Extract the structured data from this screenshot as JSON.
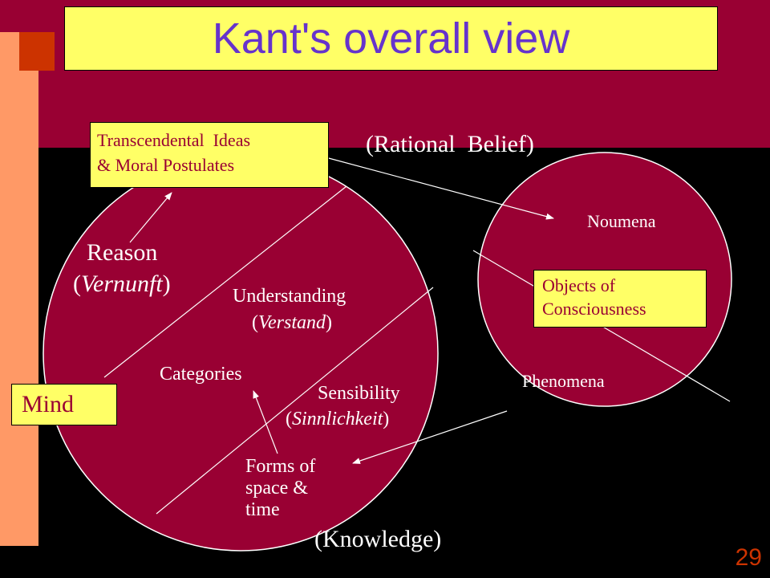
{
  "slide": {
    "title": "Kant's overall view",
    "number": "29"
  },
  "labels": {
    "ideas_line1": "Transcendental  Ideas",
    "ideas_line2": "& Moral Postulates",
    "rational_belief": "(Rational  Belief)",
    "reason": "Reason",
    "vernunft": "Vernunft",
    "understanding": "Understanding",
    "verstand": "Verstand",
    "categories": "Categories",
    "sensibility": "Sensibility",
    "sinnlichkeit": "Sinnlichkeit",
    "forms_line1": "Forms of",
    "forms_line2": "space &",
    "forms_line3": "time",
    "mind": "Mind",
    "knowledge": "(Knowledge)",
    "noumena": "Noumena",
    "objects_line1": "Objects of",
    "objects_line2": "Consciousness",
    "phenomena": "Phenomena"
  },
  "colors": {
    "maroon": "#990033",
    "yellow": "#ffff66",
    "purple": "#6633cc",
    "salmon": "#ff9966",
    "orange_red": "#cc3300"
  }
}
